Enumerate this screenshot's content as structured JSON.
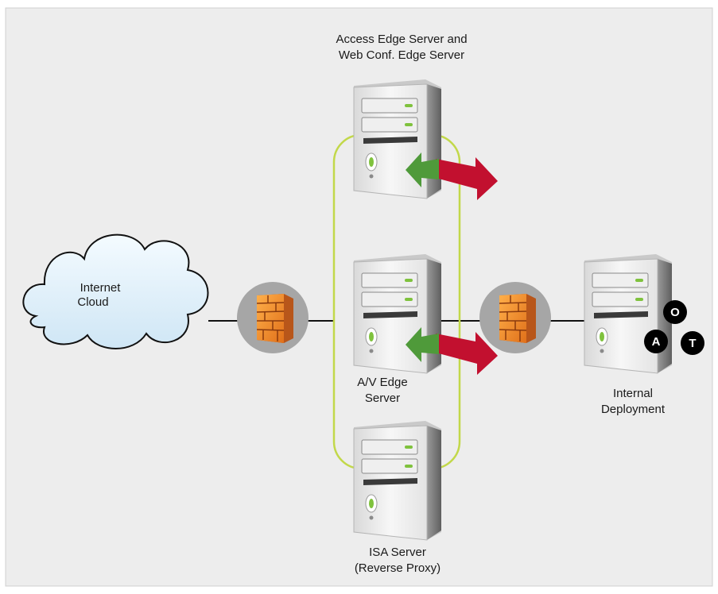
{
  "labels": {
    "access_edge_line1": "Access Edge Server and",
    "access_edge_line2": "Web Conf. Edge Server",
    "internet_line1": "Internet",
    "internet_line2": "Cloud",
    "av_edge_line1": "A/V Edge",
    "av_edge_line2": "Server",
    "isa_line1": "ISA Server",
    "isa_line2": "(Reverse Proxy)",
    "internal_line1": "Internal",
    "internal_line2": "Deployment"
  },
  "badges": {
    "o": "O",
    "a": "A",
    "t": "T"
  },
  "colors": {
    "background": "#ededed",
    "frame": "#d0d0d0",
    "loop": "#c2d84a",
    "arrow_green": "#4f9a3a",
    "arrow_red": "#c2102f",
    "firewall_circle": "#a6a6a6",
    "brick": "#f08a24"
  }
}
